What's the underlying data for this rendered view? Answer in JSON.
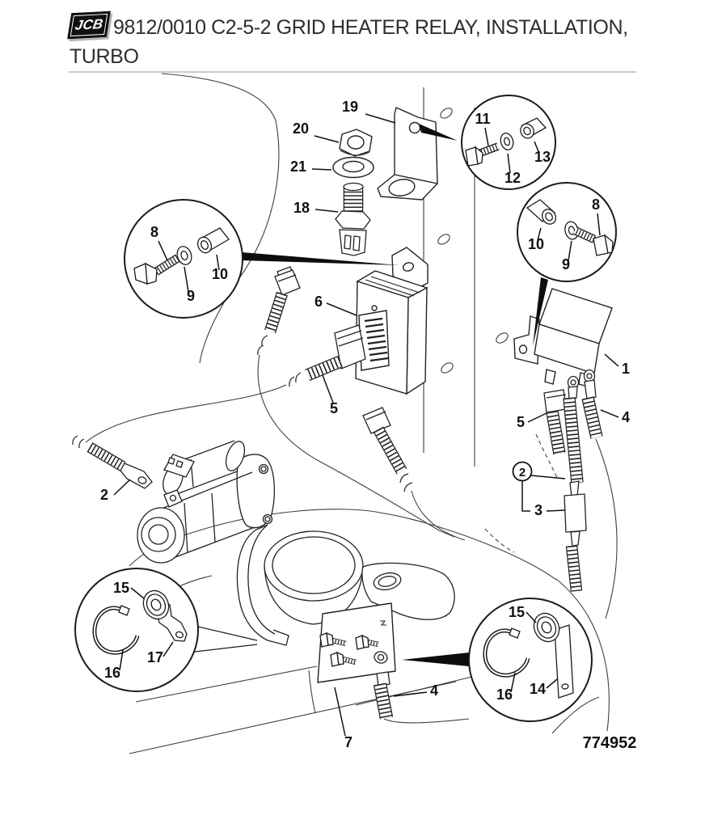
{
  "header": {
    "logo_text": "JCB",
    "title_line1": "9812/0010 C2-5-2 GRID HEATER RELAY, INSTALLATION,",
    "title_line2": "TURBO"
  },
  "diagram": {
    "drawing_number": "774952",
    "labels": {
      "n1": "1",
      "n2": "2",
      "n2c": "2",
      "n3": "3",
      "n4a": "4",
      "n4b": "4",
      "n5a": "5",
      "n5b": "5",
      "n6": "6",
      "n7": "7",
      "n8l": "8",
      "n9l": "9",
      "n10l": "10",
      "n8r": "8",
      "n9r": "9",
      "n10r": "10",
      "n11": "11",
      "n12": "12",
      "n13": "13",
      "n14": "14",
      "n15l": "15",
      "n15r": "15",
      "n16l": "16",
      "n16r": "16",
      "n17": "17",
      "n18": "18",
      "n19": "19",
      "n20": "20",
      "n21": "21"
    }
  }
}
